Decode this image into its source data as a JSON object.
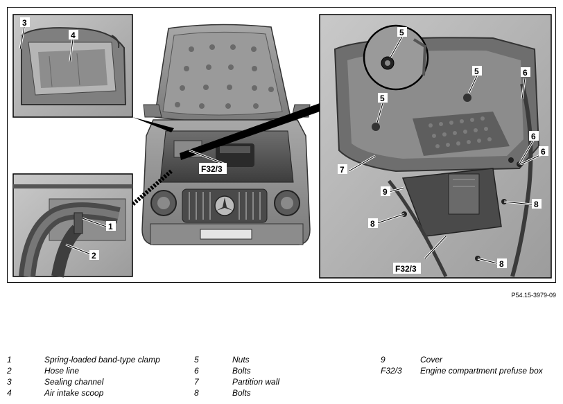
{
  "diagram": {
    "callouts": {
      "c1": "1",
      "c2": "2",
      "c3": "3",
      "c4": "4",
      "c5a": "5",
      "c5b": "5",
      "c5c": "5",
      "c6a": "6",
      "c6b": "6",
      "c6c": "6",
      "c7": "7",
      "c8a": "8",
      "c8b": "8",
      "c8c": "8",
      "c9": "9",
      "f32_main": "F32/3",
      "f32_right": "F32/3"
    },
    "reference_code": "P54.15-3979-09"
  },
  "legend": [
    {
      "key": "1",
      "label": "Spring-loaded band-type clamp"
    },
    {
      "key": "2",
      "label": "Hose line"
    },
    {
      "key": "3",
      "label": "Sealing channel"
    },
    {
      "key": "4",
      "label": "Air intake scoop"
    },
    {
      "key": "5",
      "label": "Nuts"
    },
    {
      "key": "6",
      "label": "Bolts"
    },
    {
      "key": "7",
      "label": "Partition wall"
    },
    {
      "key": "8",
      "label": "Bolts"
    },
    {
      "key": "9",
      "label": "Cover"
    },
    {
      "key": "F32/3",
      "label": "Engine compartment prefuse box"
    }
  ]
}
